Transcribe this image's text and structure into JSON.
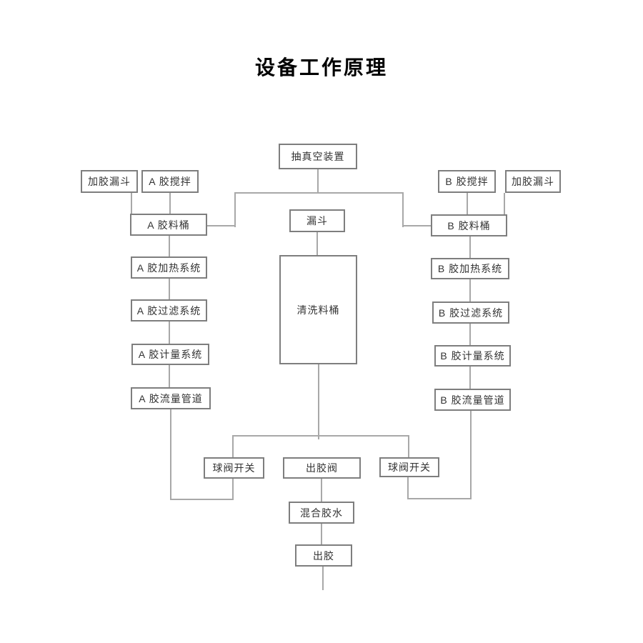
{
  "page": {
    "title": "设备工作原理"
  },
  "colors": {
    "background": "#ffffff",
    "box_border": "#7e7e7e",
    "connector": "#a8a8a8",
    "text": "#333333",
    "title_text": "#000000"
  },
  "diagram": {
    "type": "flowchart",
    "nodes": {
      "vacuum": "抽真空装置",
      "hopper_left": "加胶漏斗",
      "stir_a": "A 胶搅拌",
      "stir_b": "B 胶搅拌",
      "hopper_right": "加胶漏斗",
      "bucket_a": "A 胶料桶",
      "funnel": "漏斗",
      "bucket_b": "B 胶料桶",
      "heat_a": "A 胶加热系统",
      "heat_b": "B 胶加热系统",
      "filter_a": "A 胶过滤系统",
      "clean_bucket": "清洗料桶",
      "filter_b": "B 胶过滤系统",
      "meter_a": "A 胶计量系统",
      "meter_b": "B 胶计量系统",
      "flow_a": "A 胶流量管道",
      "flow_b": "B 胶流量管道",
      "ball_valve_left": "球阀开关",
      "glue_valve": "出胶阀",
      "ball_valve_right": "球阀开关",
      "mixed_glue": "混合胶水",
      "glue_out": "出胶"
    }
  }
}
